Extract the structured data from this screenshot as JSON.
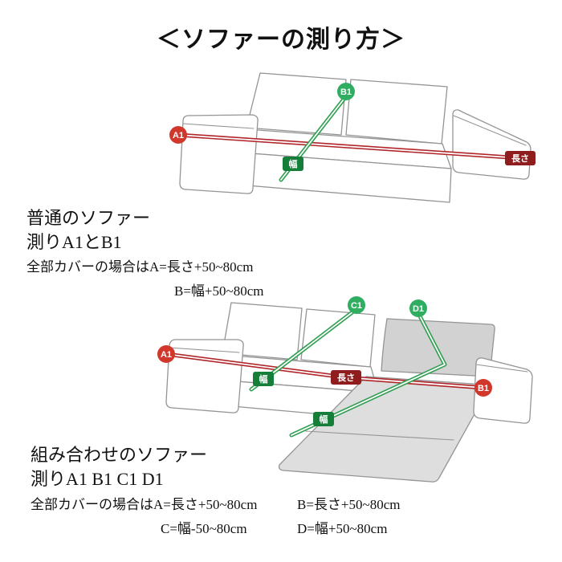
{
  "title": "＜ソファーの測り方＞",
  "sofa1": {
    "marker_a1": "A1",
    "marker_b1": "B1",
    "badge_length": "長さ",
    "badge_width": "幅"
  },
  "section1": {
    "heading_line1": "普通のソファー",
    "heading_line2": "測りA1とB1",
    "note_line1": "全部カバーの場合はA=長さ+50~80cm",
    "note_line2": "B=幅+50~80cm"
  },
  "sofa2": {
    "marker_a1": "A1",
    "marker_b1": "B1",
    "marker_c1": "C1",
    "marker_d1": "D1",
    "badge_width_left": "幅",
    "badge_length": "長さ",
    "badge_width_chaise": "幅"
  },
  "section2": {
    "heading_line1": "組み合わせのソファー",
    "heading_line2": "測りA1 B1 C1 D1",
    "note_a": "全部カバーの場合はA=長さ+50~80cm",
    "note_b": "B=長さ+50~80cm",
    "note_c": "C=幅-50~80cm",
    "note_d": "D=幅+50~80cm"
  },
  "colors": {
    "measure_red": "#b1262b",
    "marker_red": "#d2372c",
    "badge_dark_red": "#8f1d1d",
    "measure_green": "#2e9e50",
    "marker_green": "#2fae62",
    "badge_dark_green": "#157f3a",
    "sofa_outline": "#949494"
  }
}
